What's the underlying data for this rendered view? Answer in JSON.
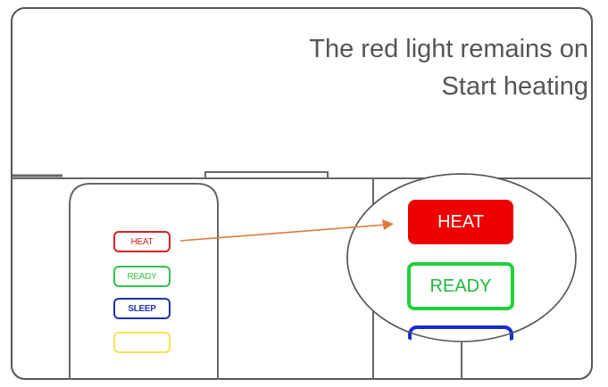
{
  "caption": {
    "line1": "The red light remains on",
    "line2": "Start heating"
  },
  "panel": {
    "heat_label": "HEAT",
    "ready_label": "READY",
    "sleep_label": "SLEEP"
  },
  "zoom": {
    "heat_label": "HEAT",
    "ready_label": "READY"
  },
  "colors": {
    "heat": "#ee0000",
    "ready": "#22d03a",
    "sleep": "#2233aa",
    "blank": "#f2e25a",
    "arrow": "#e07a3a"
  }
}
